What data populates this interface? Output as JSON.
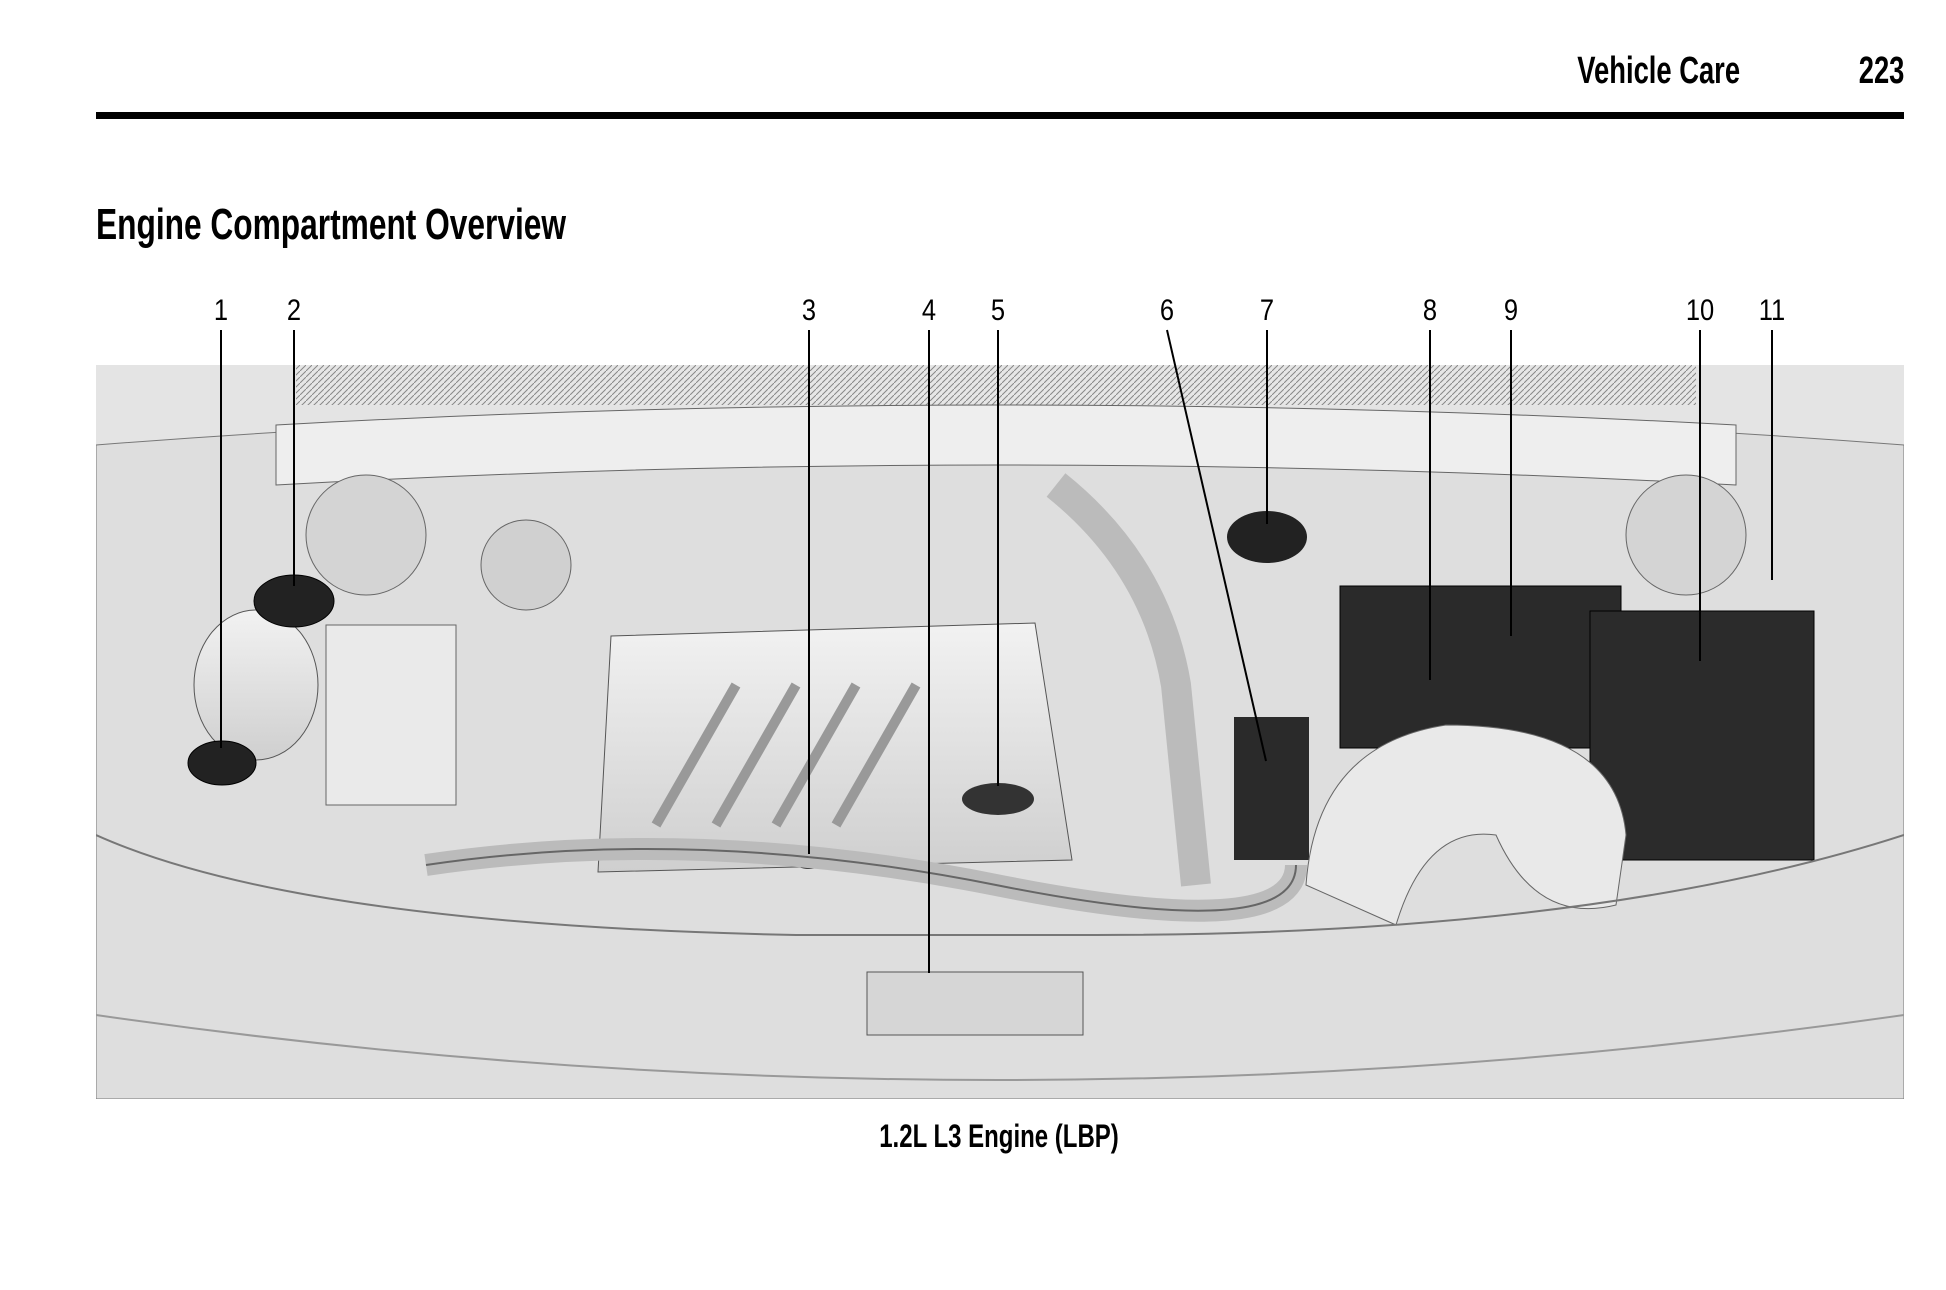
{
  "header": {
    "section": "Vehicle Care",
    "page_number": "223"
  },
  "title": "Engine Compartment Overview",
  "figure": {
    "callouts": [
      "1",
      "2",
      "3",
      "4",
      "5",
      "6",
      "7",
      "8",
      "9",
      "10",
      "11"
    ],
    "caption": "1.2L L3 Engine (LBP)"
  }
}
